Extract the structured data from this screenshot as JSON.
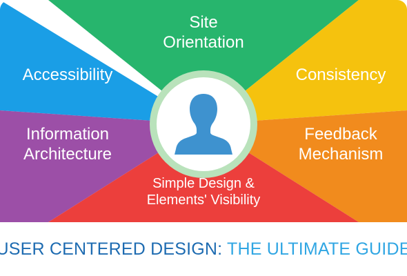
{
  "segments": {
    "top": {
      "lines": [
        "Site",
        "Orientation"
      ],
      "color": "#27b56d"
    },
    "left_top": {
      "lines": [
        "Accessibility"
      ],
      "color": "#1a9ee6"
    },
    "right_top": {
      "lines": [
        "Consistency"
      ],
      "color": "#f5c20e"
    },
    "left_bottom": {
      "lines": [
        "Information",
        "Architecture"
      ],
      "color": "#9c4fa7"
    },
    "right_bottom": {
      "lines": [
        "Feedback",
        "Mechanism"
      ],
      "color": "#f18b1d"
    },
    "bottom": {
      "lines": [
        "Simple Design &",
        "Elements' Visibility"
      ],
      "color": "#ec3f3c"
    }
  },
  "center": {
    "icon": "user-icon",
    "ring_color": "#b9e2bb",
    "icon_color": "#3e92cf"
  },
  "footer": {
    "title_main": "USER CENTERED DESIGN:",
    "title_accent": "THE ULTIMATE GUIDE",
    "main_color": "#1d6bb1",
    "accent_color": "#30a6e3"
  }
}
